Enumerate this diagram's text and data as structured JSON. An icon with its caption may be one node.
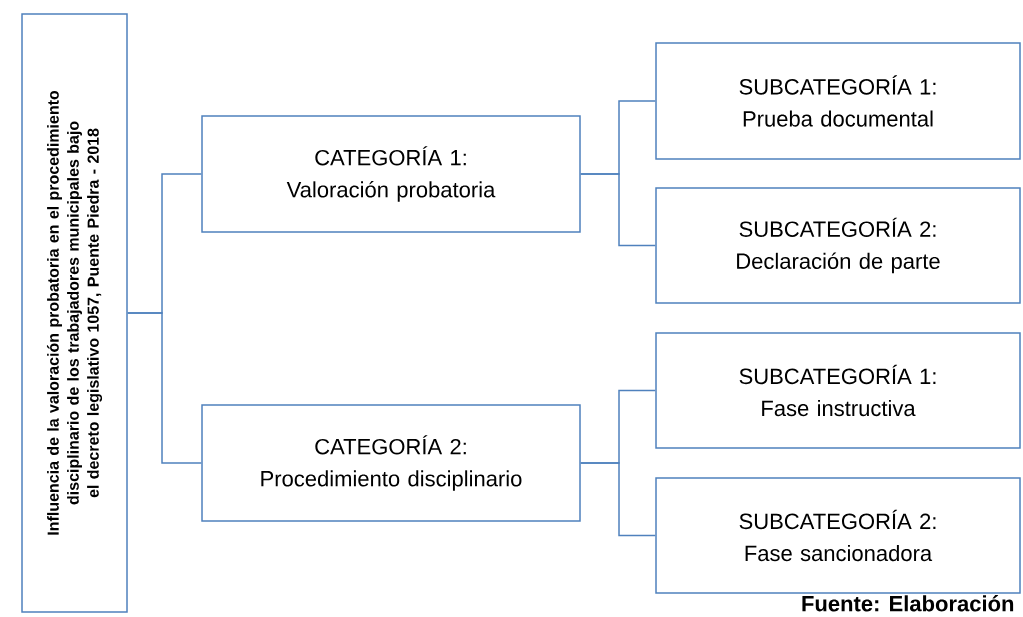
{
  "diagram": {
    "nodes": [
      {
        "text": [
          "Influencia de la valoración probatoria en el procedimiento disciplinario de los trabajadores municipales bajo el decreto legislativo 1057, Puente Piedra - 2018"
        ]
      },
      {
        "text": [
          "CATEGORÍA 1:",
          "Valoración probatoria"
        ]
      },
      {
        "text": [
          "CATEGORÍA 2:",
          "Procedimiento disciplinario"
        ]
      },
      {
        "text": [
          "SUBCATEGORÍA 1:",
          "Prueba documental"
        ]
      },
      {
        "text": [
          "SUBCATEGORÍA 2:",
          "Declaración de parte"
        ]
      },
      {
        "text": [
          "SUBCATEGORÍA 1:",
          "Fase instructiva"
        ]
      },
      {
        "text": [
          "SUBCATEGORÍA 2:",
          "Fase sancionadora"
        ]
      }
    ],
    "edges": [
      {
        "from": 0,
        "to": 1,
        "arrow": "none"
      },
      {
        "from": 0,
        "to": 2,
        "arrow": "none"
      },
      {
        "from": 1,
        "to": 3,
        "arrow": "none"
      },
      {
        "from": 1,
        "to": 4,
        "arrow": "none"
      },
      {
        "from": 2,
        "to": 5,
        "arrow": "none"
      },
      {
        "from": 2,
        "to": 6,
        "arrow": "none"
      }
    ],
    "labels": [
      "Fuente: Elaboración"
    ]
  }
}
